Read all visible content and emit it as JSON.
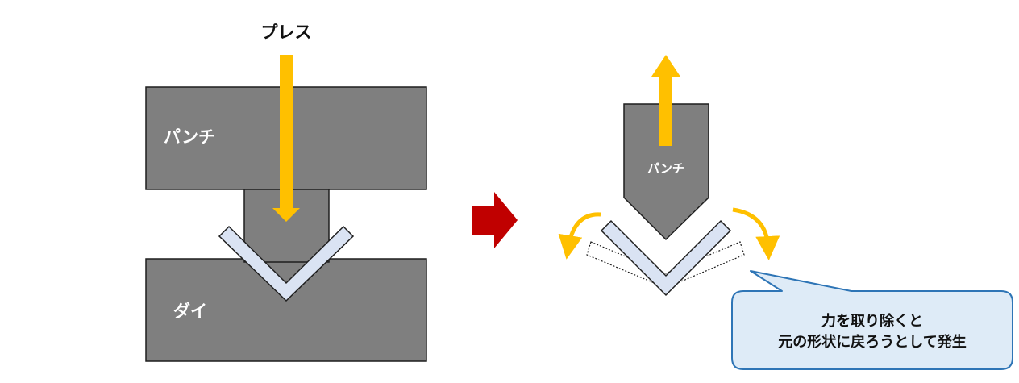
{
  "left_panel": {
    "press_label": "プレス",
    "punch_label": "パンチ",
    "die_label": "ダイ"
  },
  "right_panel": {
    "punch_label": "パンチ"
  },
  "callout": {
    "line1": "力を取り除くと",
    "line2": "元の形状に戻ろうとして発生"
  },
  "colors": {
    "tool_gray": "#7f7f7f",
    "sheet_fill": "#dae3f3",
    "arrow_yellow": "#ffc000",
    "transition_arrow": "#c00000",
    "callout_fill": "#deebf7",
    "callout_border": "#2e75b6"
  }
}
